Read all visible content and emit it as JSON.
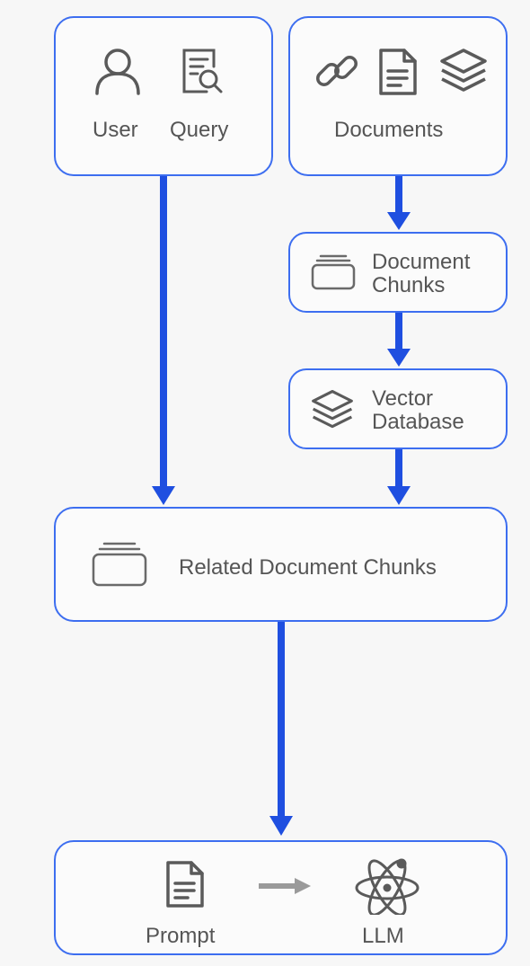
{
  "diagram": {
    "colors": {
      "arrow": "#1f4fe0",
      "border": "#3d6ef0",
      "icon": "#5a5a5a",
      "text": "#555555",
      "gray_arrow": "#9a9a9a"
    },
    "nodes": {
      "user": {
        "label": "User",
        "icon": "user-icon"
      },
      "query": {
        "label": "Query",
        "icon": "query-search-icon"
      },
      "documents": {
        "label": "Documents",
        "icons": [
          "link-icon",
          "document-icon",
          "layers-icon"
        ]
      },
      "document_chunks": {
        "line1": "Document",
        "line2": "Chunks",
        "icon": "folder-stack-icon"
      },
      "vector_database": {
        "line1": "Vector",
        "line2": "Database",
        "icon": "layers-icon"
      },
      "related_chunks": {
        "label": "Related Document Chunks",
        "icon": "folder-stack-icon"
      },
      "prompt": {
        "label": "Prompt",
        "icon": "document-icon"
      },
      "llm": {
        "label": "LLM",
        "icon": "atom-icon"
      }
    },
    "edges": [
      {
        "from": "user-query",
        "to": "related_chunks"
      },
      {
        "from": "documents",
        "to": "document_chunks"
      },
      {
        "from": "document_chunks",
        "to": "vector_database"
      },
      {
        "from": "vector_database",
        "to": "related_chunks"
      },
      {
        "from": "related_chunks",
        "to": "prompt-llm"
      },
      {
        "from": "prompt",
        "to": "llm"
      }
    ]
  }
}
